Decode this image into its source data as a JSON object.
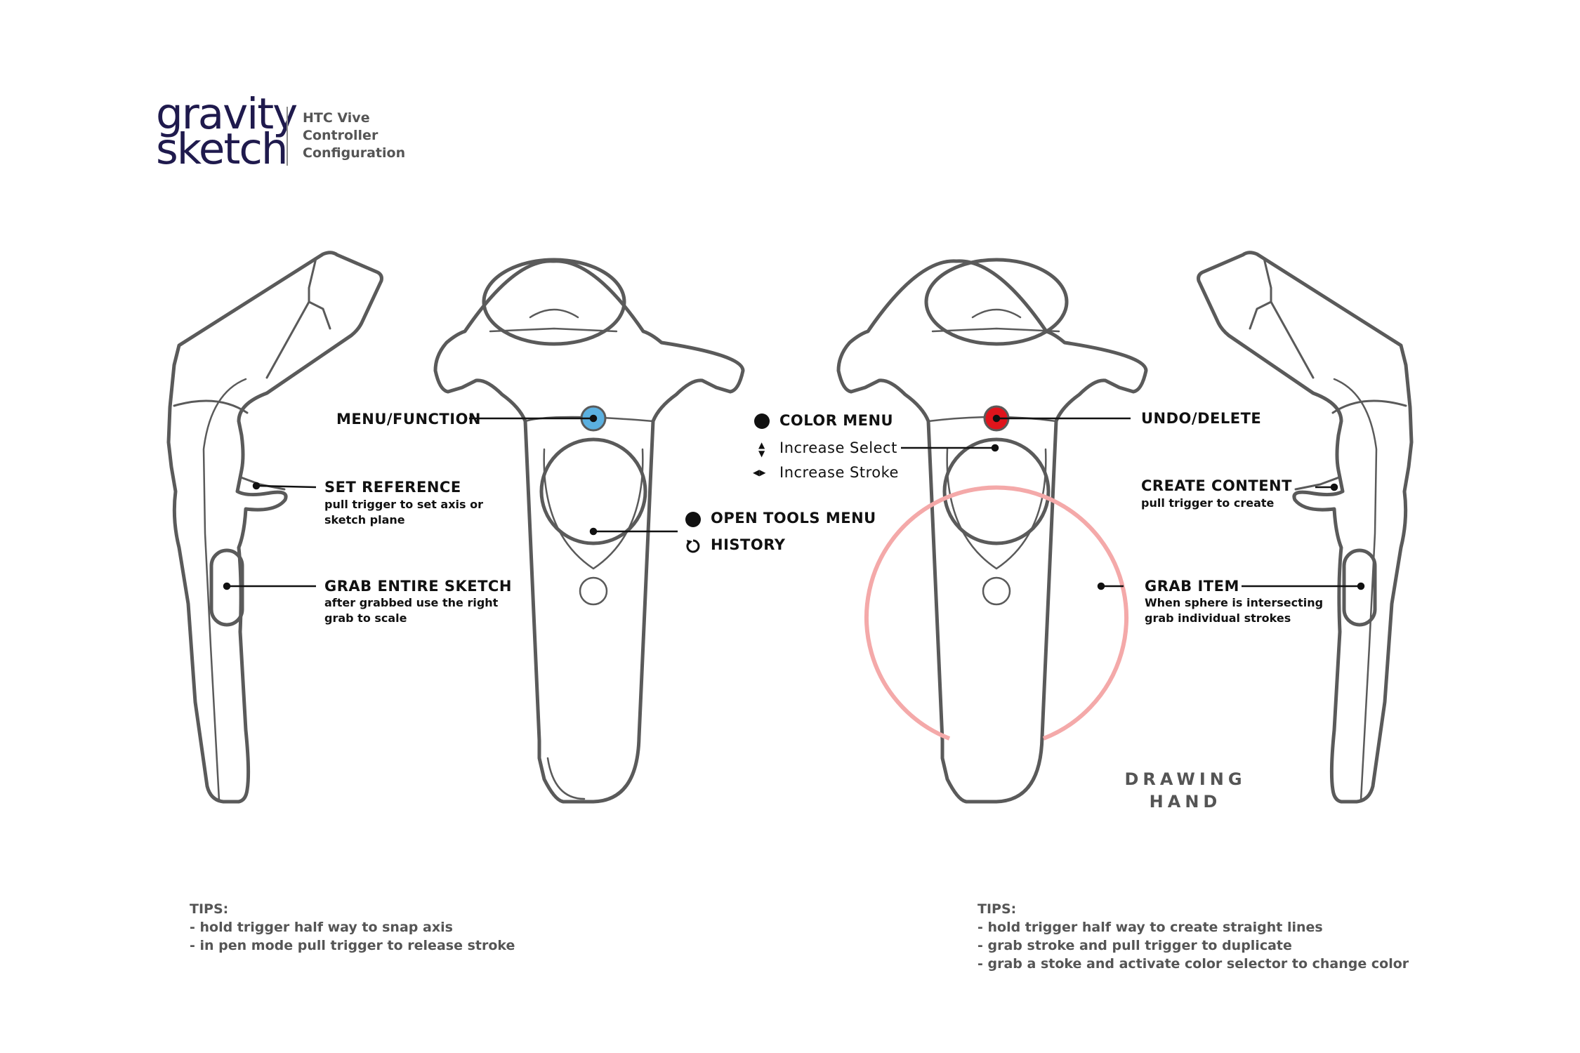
{
  "brand": {
    "logo_line1": "gravity",
    "logo_line2": "sketch",
    "subtitle_lines": [
      "HTC Vive",
      "Controller",
      "Configuration"
    ]
  },
  "colors": {
    "menu_button": "#5bb0e0",
    "undo_button": "#e0141c",
    "sphere": "#f4a9a9",
    "outline": "#5a5a5a",
    "logo": "#1f1a4d"
  },
  "left_hand": {
    "set_reference": {
      "title": "SET REFERENCE",
      "desc": [
        "pull trigger to set axis or",
        "sketch plane"
      ]
    },
    "grab_entire_sketch": {
      "title": "GRAB ENTIRE SKETCH",
      "desc": [
        "after grabbed use the right",
        "grab to scale"
      ]
    },
    "menu_function": {
      "title": "MENU/FUNCTION"
    },
    "open_tools_menu": {
      "title": "OPEN TOOLS MENU",
      "icon": "dot-icon"
    },
    "history": {
      "title": "HISTORY",
      "icon": "history-icon"
    },
    "tips": {
      "heading": "TIPS:",
      "items": [
        "- hold trigger half way to snap axis",
        "- in pen mode pull trigger to release stroke"
      ]
    }
  },
  "right_hand": {
    "color_menu": {
      "title": "COLOR MENU",
      "icon": "dot-icon"
    },
    "increase_select": {
      "title": "Increase Select",
      "icon": "up-down-arrows-icon"
    },
    "increase_stroke": {
      "title": "Increase Stroke",
      "icon": "left-right-arrows-icon"
    },
    "undo_delete": {
      "title": "UNDO/DELETE"
    },
    "create_content": {
      "title": "CREATE CONTENT",
      "desc": [
        "pull trigger to create"
      ]
    },
    "grab_item": {
      "title": "GRAB ITEM",
      "desc": [
        "When sphere is intersecting",
        "grab individual strokes"
      ]
    },
    "hand_label": [
      "DRAWING",
      "HAND"
    ],
    "tips": {
      "heading": "TIPS:",
      "items": [
        "- hold trigger half way to create straight lines",
        "- grab stroke and pull trigger to duplicate",
        "- grab a stoke and activate color selector to change color"
      ]
    }
  }
}
